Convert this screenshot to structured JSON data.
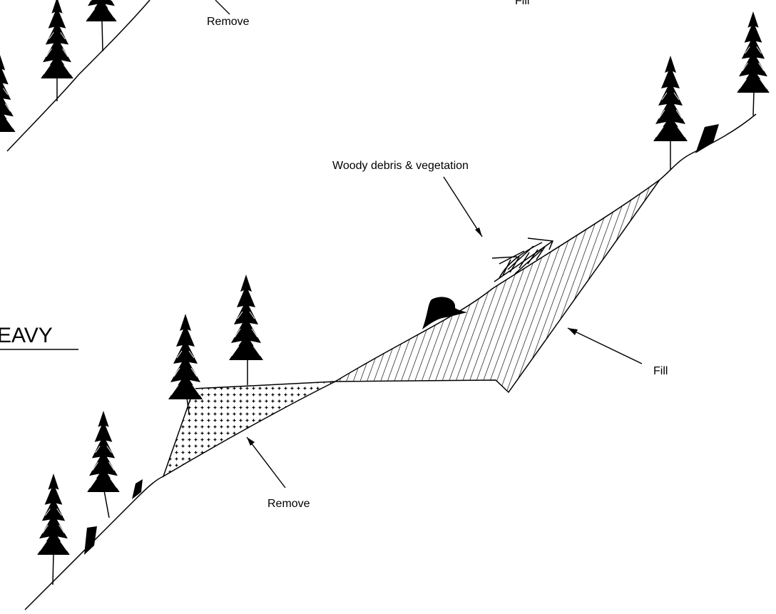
{
  "labels": {
    "top_fill": "Fill",
    "top_remove": "Remove",
    "woody_debris": "Woody debris & vegetation",
    "heavy_title": "EAVY",
    "fill": "Fill",
    "remove": "Remove"
  },
  "colors": {
    "ink": "#000000",
    "background": "#ffffff"
  }
}
